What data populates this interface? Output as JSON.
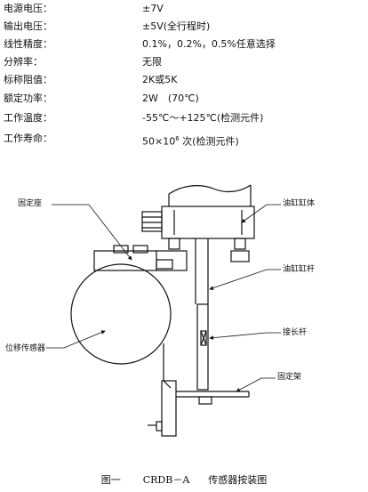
{
  "specs": [
    {
      "label": "电源电压：",
      "value": "±7V"
    },
    {
      "label": "输出电压：",
      "value": "±5V(全行程时)"
    },
    {
      "label": "线性精度：",
      "value": "0.1%，0.2%，0.5%任意选择"
    },
    {
      "label": "分辨率：",
      "value": "无限"
    },
    {
      "label": "标称阻值：",
      "value": "2K或5K"
    },
    {
      "label": "额定功率：",
      "value": "2W　(70℃)"
    },
    {
      "label": "工作温度：",
      "value": "-55℃～+125℃(检测元件)"
    },
    {
      "label": "工作寿命：",
      "value_prefix": "50×10",
      "value_exp": "6",
      "value_suffix": " 次(检测元件)"
    }
  ],
  "callouts": {
    "fixed_seat": "固定座",
    "cylinder_body": "油缸缸体",
    "cylinder_rod": "油缸缸杆",
    "extension_rod": "接长杆",
    "displacement_sensor": "位移传感器",
    "fixed_frame": "固定架"
  },
  "caption": {
    "figure": "图一",
    "model": "CRDB－A",
    "title": "传感器按装图"
  }
}
